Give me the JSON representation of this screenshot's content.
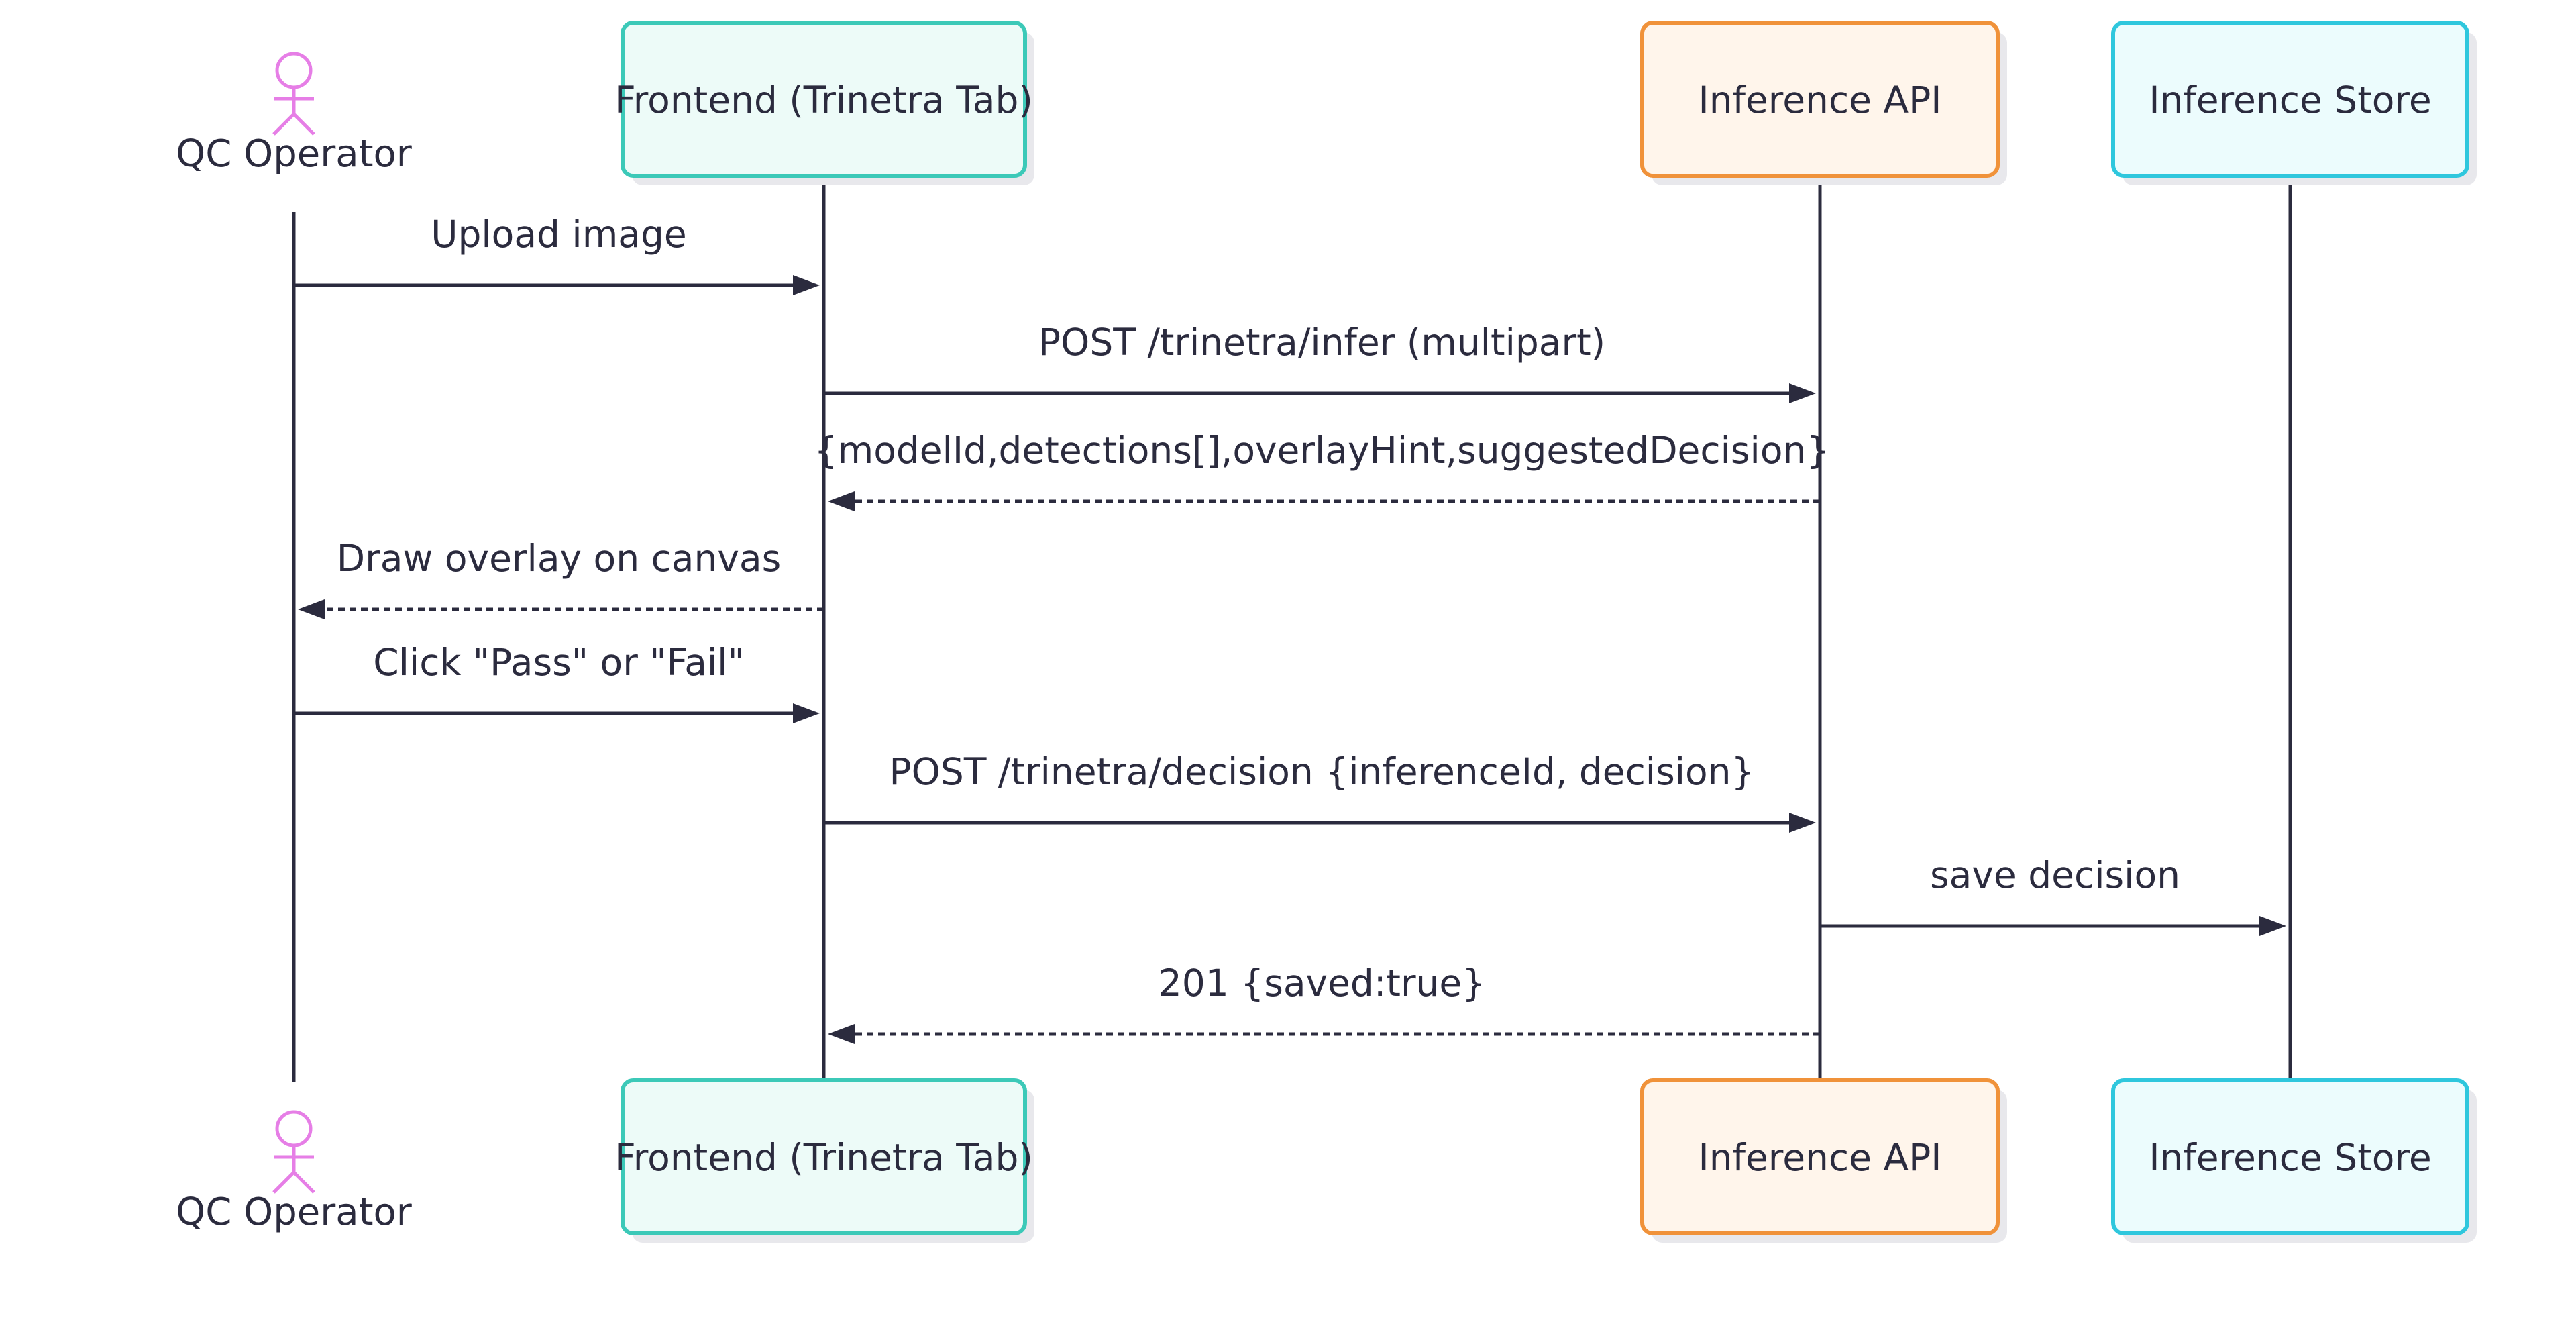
{
  "participants": [
    {
      "id": "qc",
      "label": "QC Operator",
      "kind": "actor",
      "color": "#e67ee6"
    },
    {
      "id": "fe",
      "label": "Frontend (Trinetra Tab)",
      "kind": "box",
      "stroke": "#3cc9b8",
      "fill": "#edfbf8"
    },
    {
      "id": "api",
      "label": "Inference API",
      "kind": "box",
      "stroke": "#f0923a",
      "fill": "#fff5eb"
    },
    {
      "id": "store",
      "label": "Inference Store",
      "kind": "box",
      "stroke": "#2fc7dd",
      "fill": "#ecfcfd"
    }
  ],
  "messages": [
    {
      "from": "qc",
      "to": "fe",
      "label": "Upload image",
      "style": "solid"
    },
    {
      "from": "fe",
      "to": "api",
      "label": "POST /trinetra/infer (multipart)",
      "style": "solid"
    },
    {
      "from": "api",
      "to": "fe",
      "label": "{modelId,detections[],overlayHint,suggestedDecision}",
      "style": "dashed"
    },
    {
      "from": "fe",
      "to": "qc",
      "label": "Draw overlay on canvas",
      "style": "dashed"
    },
    {
      "from": "qc",
      "to": "fe",
      "label": "Click \"Pass\" or \"Fail\"",
      "style": "solid"
    },
    {
      "from": "fe",
      "to": "api",
      "label": "POST /trinetra/decision {inferenceId, decision}",
      "style": "solid"
    },
    {
      "from": "api",
      "to": "store",
      "label": "save decision",
      "style": "solid"
    },
    {
      "from": "api",
      "to": "fe",
      "label": "201 {saved:true}",
      "style": "dashed"
    }
  ],
  "colors": {
    "line": "#2b2b3e",
    "text": "#2b2b3e",
    "shadow": "#e8e8ec"
  }
}
